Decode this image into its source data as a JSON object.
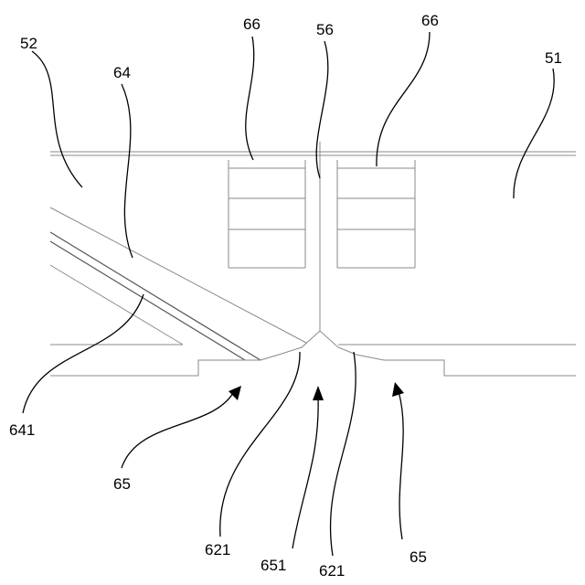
{
  "labels": {
    "l52": "52",
    "l64": "64",
    "l66_left": "66",
    "l56": "56",
    "l66_right": "66",
    "l51": "51",
    "l641": "641",
    "l65_left": "65",
    "l621_left": "621",
    "l651": "651",
    "l621_right": "621",
    "l65_right": "65"
  },
  "colors": {
    "line": "#8a8a8a",
    "leader": "#000000",
    "background": "#ffffff"
  }
}
